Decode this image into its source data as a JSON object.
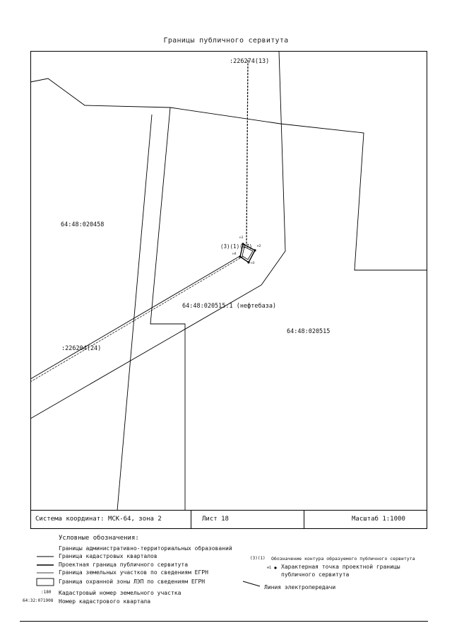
{
  "title": "Границы публичного сервитута",
  "labels": {
    "line_top": ":226274(13)",
    "line_left": ":226204(24)",
    "parcel_left": "64:48:020458",
    "parcel_center": "64:48:020515:1 (нефтебаза)",
    "parcel_right": "64:48:020515",
    "contour": "(3)(1)(47)",
    "pt1": "н1",
    "pt2": "н2",
    "pt3": "н3",
    "pt4": "н4"
  },
  "footer": {
    "coords": "Система координат: МСК-64, зона 2",
    "sheet": "Лист 18",
    "scale": "Масштаб 1:1000"
  },
  "legend": {
    "title": "Условные обозначения:",
    "admin_border": "Границы административно-территориальных образований",
    "cadastral_quarter": "Граница кадастровых кварталов",
    "project_border": "Проектная граница публичного сервитута",
    "egrn_parcels": "Граница земельных участков по сведениям ЕГРН",
    "protection_zone": "Граница охранной зоны ЛЭП по сведениям ЕГРН",
    "parcel_number_sample": ":180",
    "parcel_number": "Кадастровый номер земельного участка",
    "quarter_number_sample": "64:32:071908",
    "quarter_number": "Номер кадастрового квартала",
    "contour_sample": "(3)(1)",
    "contour_label": "Обозначение контура образуемого публичного сервитута",
    "point_sample": "н1",
    "point_label_1": "Характерная точка проектной границы",
    "point_label_2": "публичного сервитута",
    "power_line": "Линия электропередачи"
  }
}
